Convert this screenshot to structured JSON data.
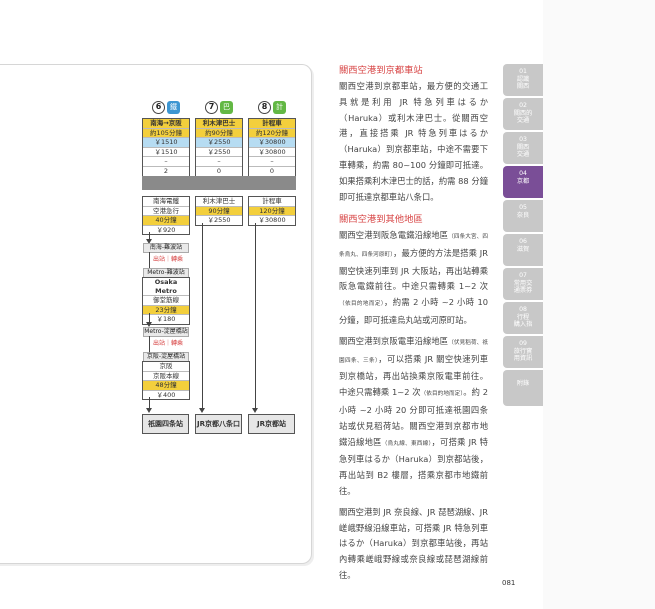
{
  "routes_top": [
    {
      "num": "6",
      "icon": "鐵",
      "rows": [
        "南海→京阪",
        "約105分鐘",
        "￥1510",
        "￥1510",
        "–",
        "2"
      ]
    },
    {
      "num": "7",
      "icon": "巴",
      "rows": [
        "利木津巴士",
        "約90分鐘",
        "￥2550",
        "￥2550",
        "–",
        "0"
      ]
    },
    {
      "num": "8",
      "icon": "計",
      "rows": [
        "計程車",
        "約120分鐘",
        "￥30800",
        "￥30800",
        "–",
        "0"
      ]
    }
  ],
  "route6_box": [
    "南海電鐵",
    "空港急行",
    "40分鐘",
    "￥920"
  ],
  "route7_box": [
    "利木津巴士",
    "90分鐘",
    "￥2550"
  ],
  "route8_box": [
    "計程車",
    "120分鐘",
    "￥30800"
  ],
  "transfer1_station": "南海-難波站",
  "transfer_text": "出站｜轉乘",
  "metro_label": "Metro-難波站",
  "metro_box": [
    "Osaka Metro",
    "御堂筋線",
    "23分鐘",
    "￥180"
  ],
  "transfer2_station": "Metro-淀屋橋站",
  "keihan_label": "京阪-淀屋橋站",
  "keihan_box": [
    "京阪",
    "京阪本線",
    "48分鐘",
    "￥400"
  ],
  "destinations": [
    "祇園四条站",
    "JR京都八条口",
    "JR京都站"
  ],
  "section1": {
    "heading": "關西空港到京都車站",
    "paragraph": "關西空港到京都車站，最方便的交通工具就是利用 JR 特急列車はるか（Haruka）或利木津巴士。從關西空港，直接搭乘 JR 特急列車はるか（Haruka）到京都車站，中途不需要下車轉乘，約需 80~100 分鐘即可抵達。如果搭乘利木津巴士的話，約需 88 分鐘即可抵達京都車站八条口。"
  },
  "section2": {
    "heading": "關西空港到其他地區",
    "p1_a": "關西空港到阪急電鐵沿線地區",
    "p1_note1": "（四条大宮、四条烏丸、四条河原町）",
    "p1_b": "，最方便的方法是搭乘 JR 關空快速列車到 JR 大阪站，再出站轉乘阪急電鐵前往。中途只需轉乘 1~2 次",
    "p1_note2": "（依目的地而定）",
    "p1_c": "，約需 2 小時 ~2 小時 10 分鐘，即可抵達烏丸站或河原町站。",
    "p2_a": "關西空港到京阪電車沿線地區",
    "p2_note1": "（伏見稻荷、祇園四条、三条）",
    "p2_b": "，可以搭乘 JR 關空快速列車到京橋站，再出站換乘京阪電車前往。中途只需轉乘 1~2 次",
    "p2_note2": "（依目的地而定）",
    "p2_c": "。約 2 小時 ~2 小時 20 分即可抵達祇園四条站或伏見稻荷站。關西空港到京都市地鐵沿線地區",
    "p2_note3": "（烏丸線、東西線）",
    "p2_d": "，可搭乘 JR 特急列車はるか（Haruka）到京都站後，再出站到 B2 樓層，搭乘京都市地鐵前往。",
    "p3": "關西空港到 JR 奈良線、JR 琵琶湖線、JR 嵯峨野線沿線車站，可搭乘 JR 特急列車はるか（Haruka）到京都車站後，再站內轉乘嵯峨野線或奈良線或琵琶湖線前往。"
  },
  "tabs": [
    {
      "n": "01",
      "t1": "認識",
      "t2": "關西"
    },
    {
      "n": "02",
      "t1": "關西的",
      "t2": "交通"
    },
    {
      "n": "03",
      "t1": "關西",
      "t2": "交通"
    },
    {
      "n": "04",
      "t1": "京都",
      "t2": ""
    },
    {
      "n": "05",
      "t1": "奈良",
      "t2": ""
    },
    {
      "n": "06",
      "t1": "滋賀",
      "t2": ""
    },
    {
      "n": "07",
      "t1": "常用交",
      "t2": "通票券"
    },
    {
      "n": "08",
      "t1": "行程",
      "t2": "購入指"
    },
    {
      "n": "09",
      "t1": "旅行實",
      "t2": "用資訊"
    },
    {
      "n": "",
      "t1": "附錄",
      "t2": ""
    }
  ],
  "page_number": "081"
}
